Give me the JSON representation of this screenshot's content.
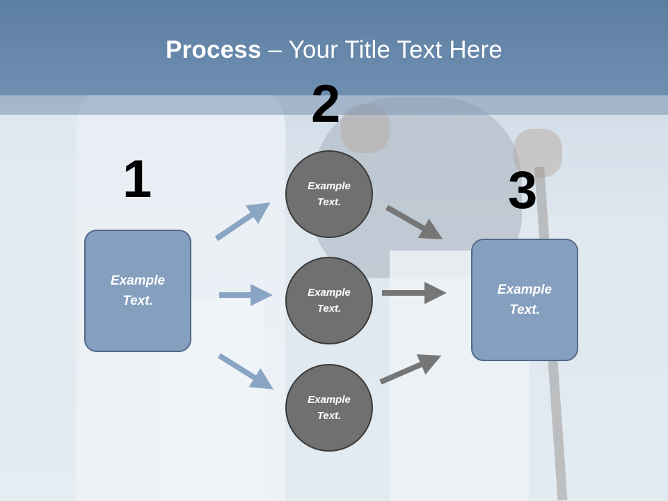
{
  "title": {
    "bold": "Process",
    "rest": " – Your Title Text Here"
  },
  "steps": {
    "one": "1",
    "two": "2",
    "three": "3"
  },
  "boxes": {
    "left": "Example\nText.",
    "right": "Example\nText."
  },
  "circles": {
    "top": "Example\nText.",
    "middle": "Example\nText.",
    "bottom": "Example\nText."
  },
  "colors": {
    "title_bar": "#6a8aac",
    "box_fill": "#859fbe",
    "box_border": "#53698a",
    "circle_fill": "#707070",
    "arrow_blue": "#8aa5c4",
    "arrow_gray": "#777777"
  }
}
